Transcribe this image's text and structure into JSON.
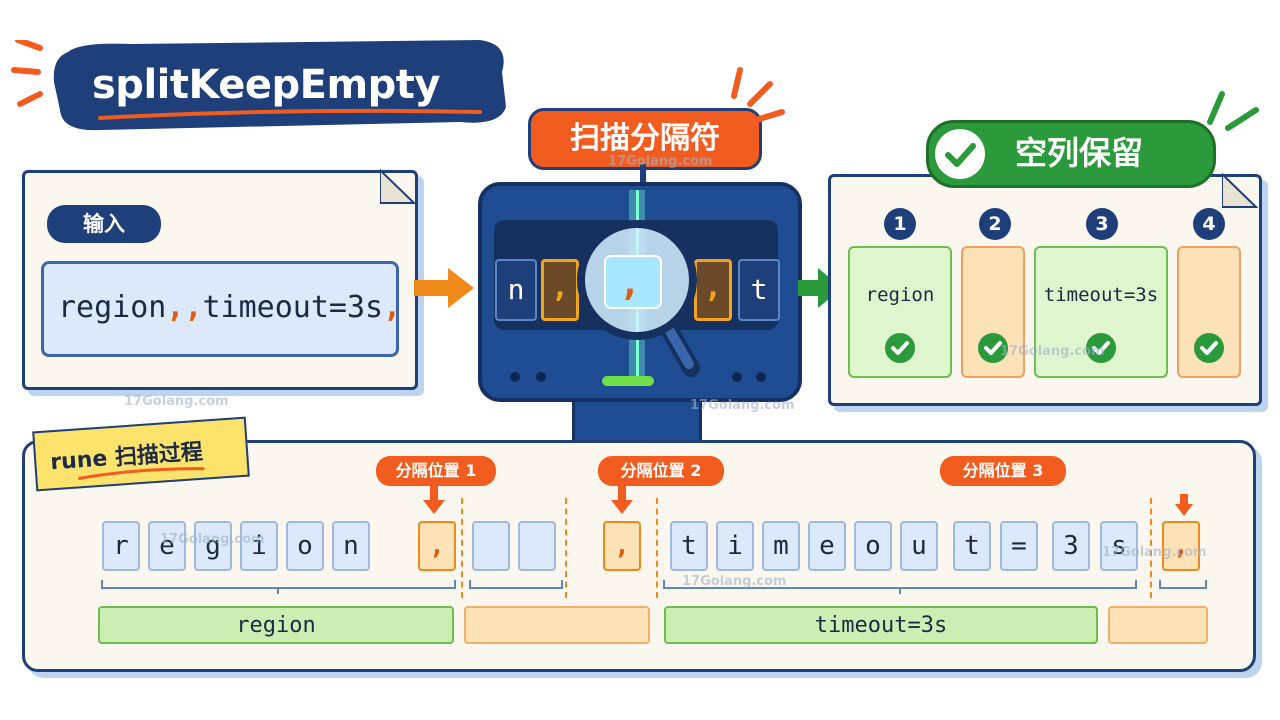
{
  "title": "splitKeepEmpty",
  "input_panel": {
    "label": "输入",
    "input_parts": [
      "region",
      ",,",
      "timeout=3s",
      ","
    ]
  },
  "scanner": {
    "label": "扫描分隔符",
    "cells": [
      "n",
      ",",
      ",",
      ",",
      "t"
    ]
  },
  "output_panel": {
    "label": "空列保留",
    "columns": [
      {
        "num": "1",
        "value": "region"
      },
      {
        "num": "2",
        "value": ""
      },
      {
        "num": "3",
        "value": "timeout=3s"
      },
      {
        "num": "4",
        "value": ""
      }
    ]
  },
  "process": {
    "label": "rune 扫描过程",
    "separators": [
      "分隔位置 1",
      "分隔位置 2",
      "分隔位置 3"
    ],
    "runes": [
      "r",
      "e",
      "g",
      "i",
      "o",
      "n",
      ",",
      "",
      "",
      ",",
      "t",
      "i",
      "m",
      "e",
      "o",
      "u",
      "t",
      "=",
      "3",
      "s",
      ","
    ],
    "segments": [
      "region",
      "",
      "timeout=3s",
      ""
    ]
  },
  "watermark": "17Golang.com",
  "colors": {
    "navy": "#1f3f7a",
    "orange": "#f25c1f",
    "green": "#2a9a3a",
    "light_blue": "#dbe9fa",
    "light_green": "#cdeeb2",
    "light_orange": "#fde2b8"
  }
}
